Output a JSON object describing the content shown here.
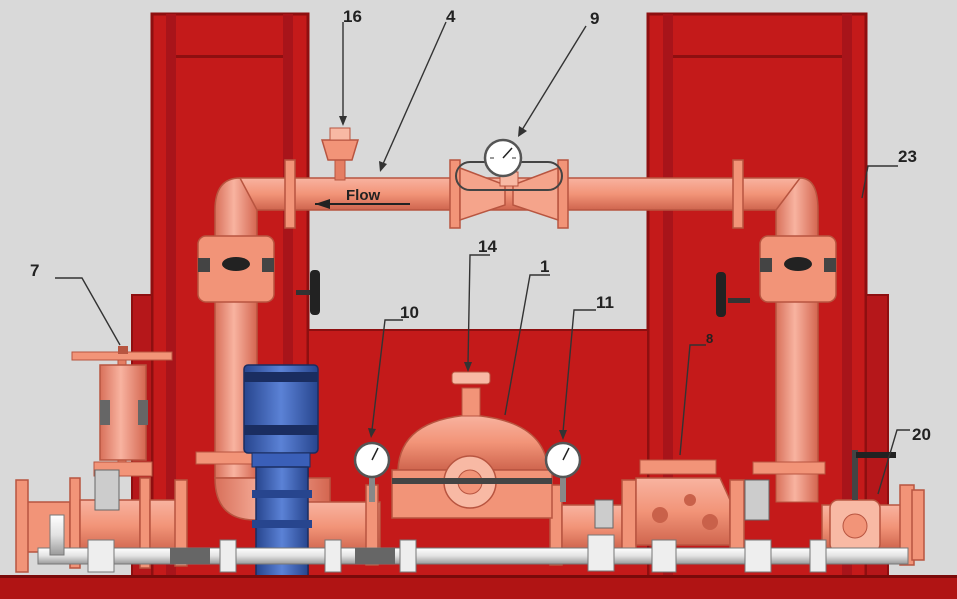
{
  "diagram": {
    "flow_label": "Flow",
    "callouts": [
      {
        "id": "16",
        "label": "16"
      },
      {
        "id": "4",
        "label": "4"
      },
      {
        "id": "9",
        "label": "9"
      },
      {
        "id": "23",
        "label": "23"
      },
      {
        "id": "7",
        "label": "7"
      },
      {
        "id": "14",
        "label": "14"
      },
      {
        "id": "1",
        "label": "1"
      },
      {
        "id": "10",
        "label": "10"
      },
      {
        "id": "11",
        "label": "11"
      },
      {
        "id": "8",
        "label": "8"
      },
      {
        "id": "20",
        "label": "20"
      }
    ]
  },
  "colors": {
    "background": "#d9d9d9",
    "cabinet": "#c41a1a",
    "cabinet_dark": "#8e0f10",
    "pipe": "#f29478",
    "pipe_light": "#f8b9a4",
    "pipe_dark": "#c9614a",
    "motor": "#3a5fb8",
    "floor": "#b01414"
  }
}
